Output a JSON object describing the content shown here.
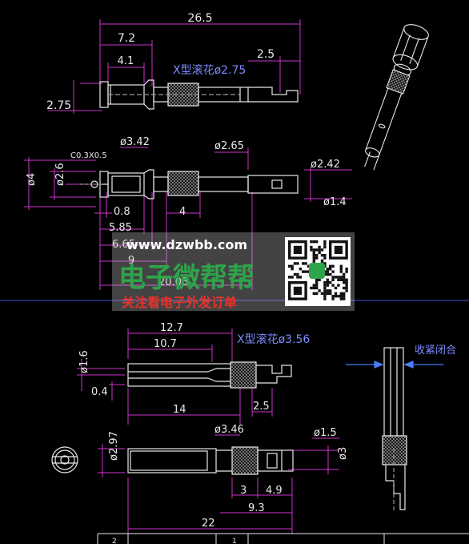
{
  "colors": {
    "background": "#000000",
    "dimension_line": "#cc33cc",
    "outline": "#e8e8e8",
    "note": "#7c8cff",
    "watermark_green": "#2ea44a",
    "watermark_red": "#e8332a",
    "divider": "#4a4adf"
  },
  "top_part": {
    "dims": {
      "overall": "26.5",
      "d7_2": "7.2",
      "d4_1": "4.1",
      "d2_5": "2.5",
      "left_275": "2.75",
      "knurl_note": "X型滚花ø2.75",
      "chamfer": "C0.3X0.5",
      "dia_342": "ø3.42",
      "dia_265": "ø2.65",
      "dia_242": "ø2.42",
      "dia_14": "ø1.4",
      "dia_4": "ø4",
      "dia_26": "ø2.6",
      "d0_8": "0.8",
      "d4": "4",
      "d5_85": "5.85",
      "d6_65": "6.65",
      "d9": "9",
      "d20_05": "20.05"
    }
  },
  "watermark": {
    "url": "www.dzwbb.com",
    "name": "电子微帮帮",
    "slogan": "关注看电子外发订单"
  },
  "bottom_part": {
    "dims": {
      "d12_7": "12.7",
      "d10_7": "10.7",
      "knurl_note": "X型滚花ø3.56",
      "dia_16": "ø1.6",
      "d0_4": "0.4",
      "d14": "14",
      "d2_5": "2.5",
      "dia_346": "ø3.46",
      "dia_15": "ø1.5",
      "dia_297": "ø2.97",
      "dia_3": "ø3",
      "d3": "3",
      "d4_9": "4.9",
      "d9_3": "9.3",
      "d22": "22"
    },
    "side_note": "收紧闭合"
  },
  "title_block": {
    "cell_a": "2",
    "cell_b": "1"
  }
}
